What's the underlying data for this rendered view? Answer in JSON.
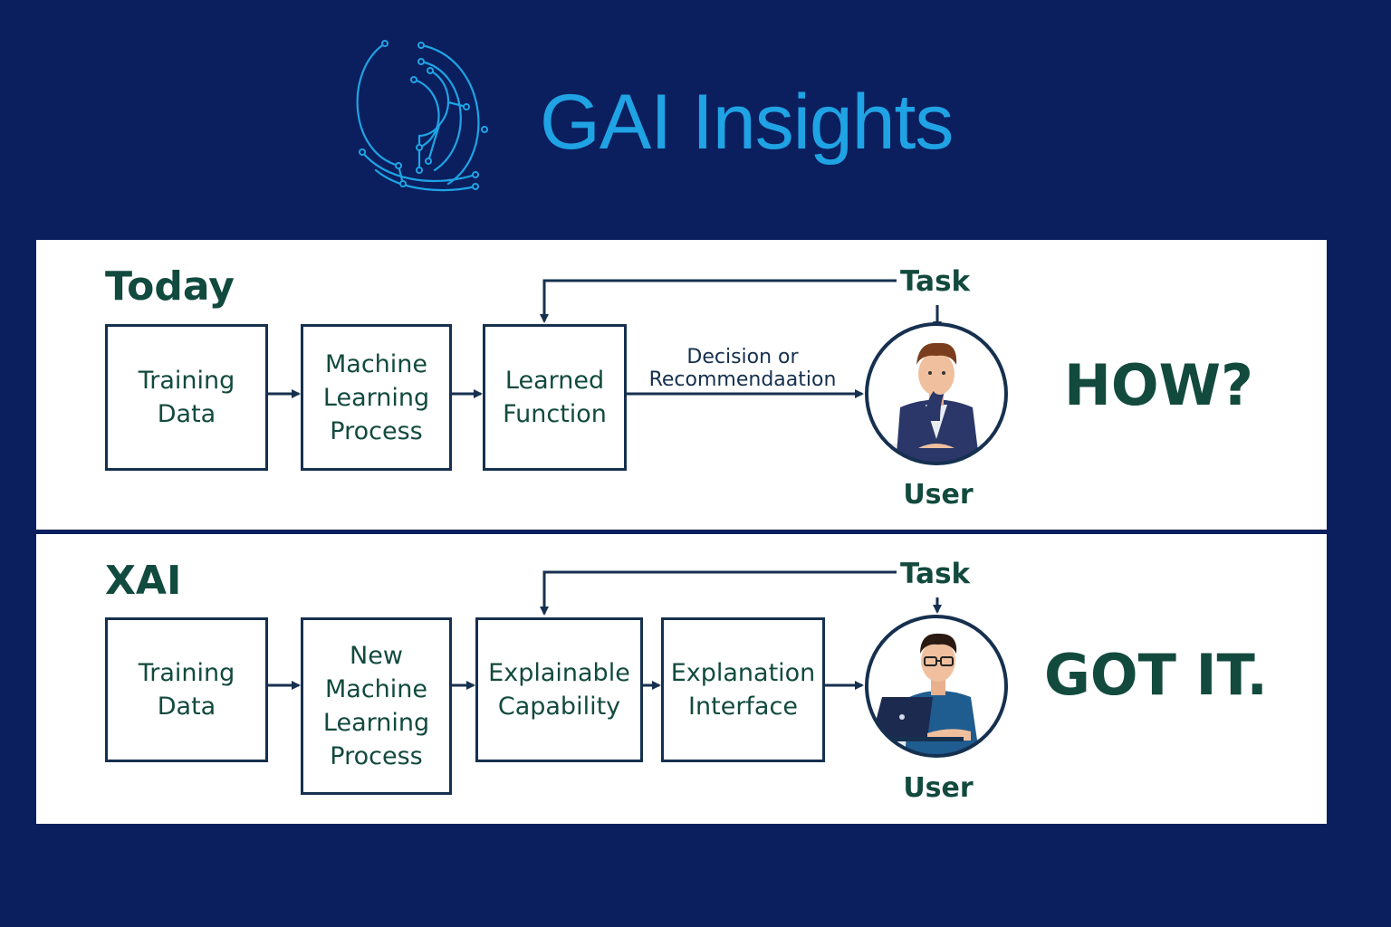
{
  "header": {
    "brand_name": "GAI Insights",
    "logo_icon": "circuit-arcs-logo",
    "brand_color": "#1fa3e4"
  },
  "panels": {
    "today": {
      "title": "Today",
      "boxes": [
        "Training\nData",
        "Machine\nLearning\nProcess",
        "Learned\nFunction"
      ],
      "arrow_label": "Decision or\nRecommendaation",
      "task_label": "Task",
      "user_label": "User",
      "verdict": "HOW?",
      "avatar_icon": "thinking-man-icon"
    },
    "xai": {
      "title": "XAI",
      "boxes": [
        "Training\nData",
        "New\nMachine\nLearning\nProcess",
        "Explainable\nCapability",
        "Explanation\nInterface"
      ],
      "task_label": "Task",
      "user_label": "User",
      "verdict": "GOT IT.",
      "avatar_icon": "man-with-laptop-icon"
    }
  },
  "colors": {
    "background": "#0b1f5e",
    "panel": "#ffffff",
    "text_green": "#124a3e",
    "line": "#16304f"
  }
}
